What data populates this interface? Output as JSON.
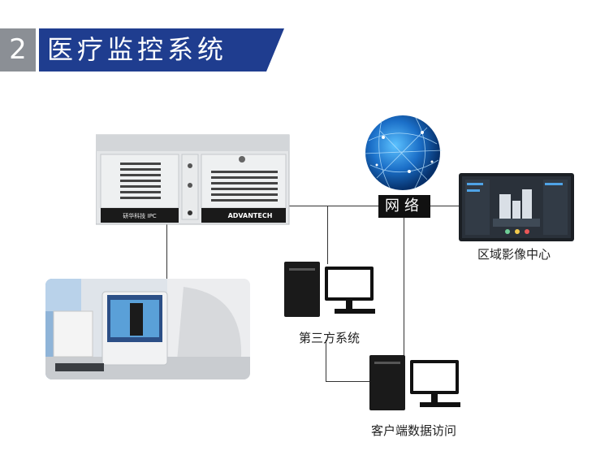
{
  "header": {
    "number": "2",
    "title": "医疗监控系统"
  },
  "nodes": {
    "network_label": "网络",
    "regional_center_label": "区域影像中心",
    "third_party_label": "第三方系统",
    "client_label": "客户端数据访问",
    "server_brand": "ADVANTECH",
    "server_plate": "研华科技 IPC"
  }
}
